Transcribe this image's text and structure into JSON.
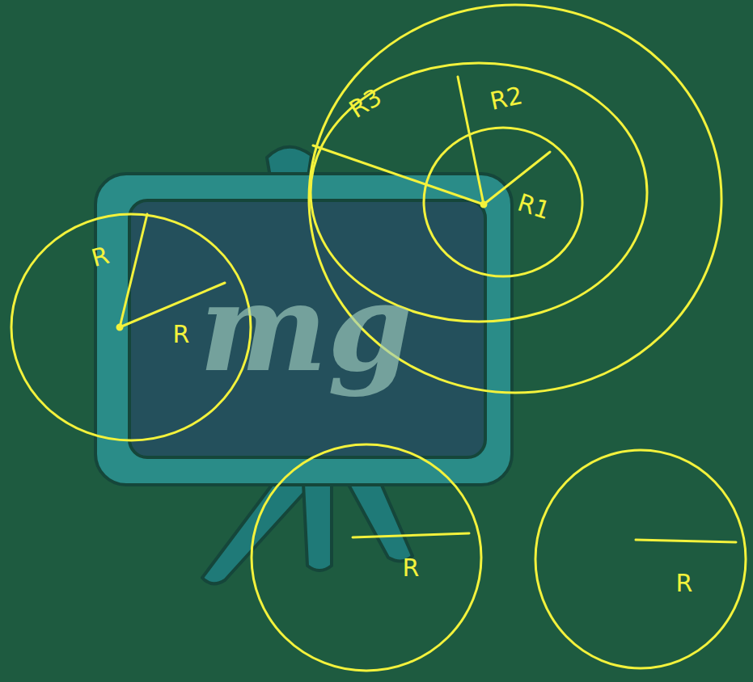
{
  "diagram": {
    "labels": [
      "R3",
      "R2",
      "R1",
      "R",
      "R",
      "R",
      "R",
      "mg"
    ]
  }
}
